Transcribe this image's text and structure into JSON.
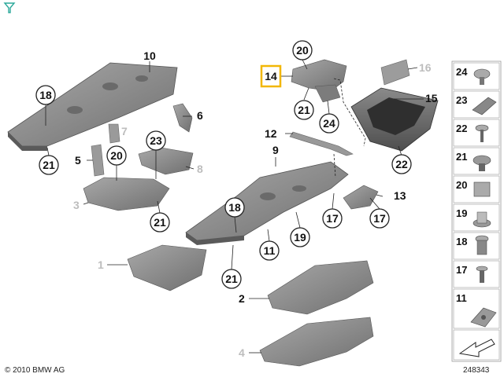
{
  "diagram": {
    "highlighted_part": "14",
    "callouts": {
      "c18a": "18",
      "c21a": "21",
      "c20a": "20",
      "c23": "23",
      "c21b": "21",
      "c20b": "20",
      "c21c": "21",
      "c24": "24",
      "c22": "22",
      "c18b": "18",
      "c11": "11",
      "c19": "19",
      "c17a": "17",
      "c17b": "17",
      "c21d": "21"
    },
    "labels": {
      "l10": "10",
      "l6": "6",
      "l7": "7",
      "l5": "5",
      "l8": "8",
      "l3": "3",
      "l14": "14",
      "l16": "16",
      "l15": "15",
      "l12": "12",
      "l9": "9",
      "l13": "13",
      "l1": "1",
      "l2": "2",
      "l4": "4"
    },
    "sidebar": [
      "24",
      "23",
      "22",
      "21",
      "20",
      "19",
      "18",
      "17",
      "11"
    ]
  },
  "footer": {
    "copyright": "© 2010 BMW AG",
    "ref": "248343"
  },
  "colors": {
    "highlight": "#f2b705",
    "panel": "#8a8a8a",
    "panel_dark": "#5e5e5e",
    "ghost": "#bdbdbd",
    "corner_icon": "#2aa89a"
  }
}
